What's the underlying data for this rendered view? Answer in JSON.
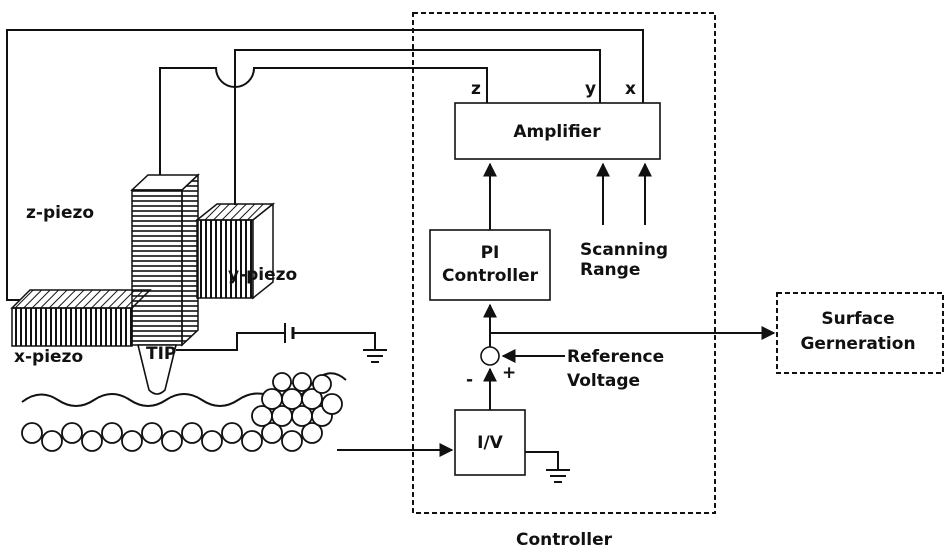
{
  "labels": {
    "amplifier": "Amplifier",
    "pi_line1": "PI",
    "pi_line2": "Controller",
    "scanning_line1": "Scanning",
    "scanning_line2": "Range",
    "z_piezo": "z-piezo",
    "y_piezo": "y-piezo",
    "x_piezo": "x-piezo",
    "tip": "TIP",
    "ref_line1": "Reference",
    "ref_line2": "Voltage",
    "iv": "I/V",
    "surface_line1": "Surface",
    "surface_line2": "Gerneration",
    "controller": "Controller",
    "z": "z",
    "y": "y",
    "x": "x",
    "minus": "-",
    "plus": "+"
  }
}
